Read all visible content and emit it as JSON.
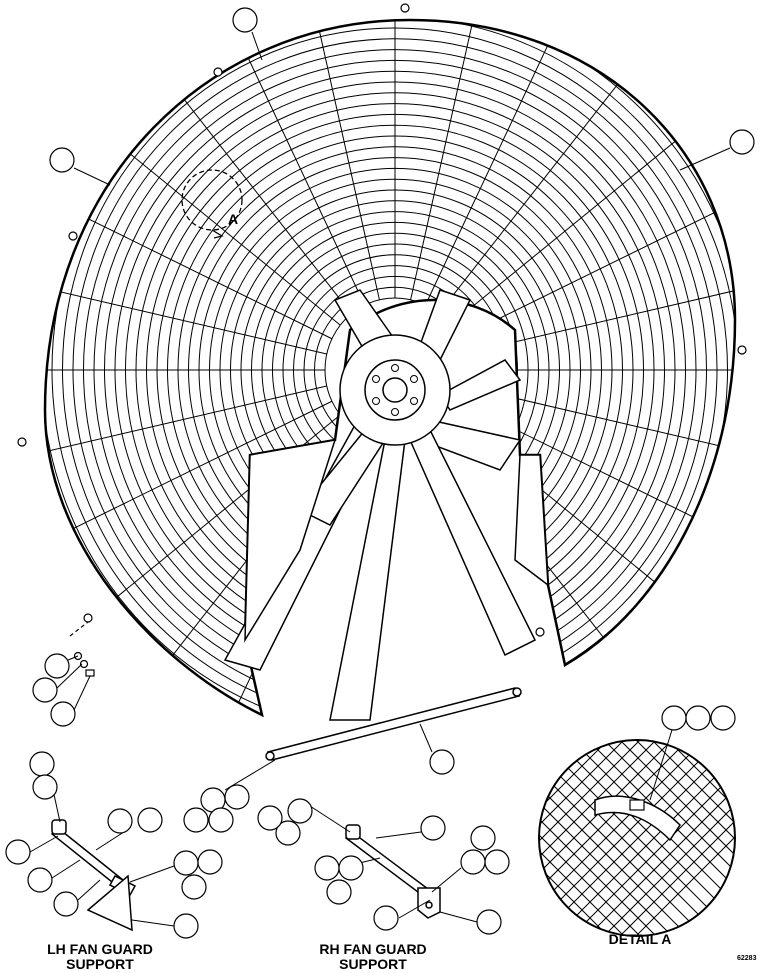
{
  "labels": {
    "lh_line1": "LH FAN GUARD",
    "lh_line2": "SUPPORT",
    "rh_line1": "RH FAN GUARD",
    "rh_line2": "SUPPORT",
    "detail": "DETAIL A",
    "view_marker": "A",
    "figure_number": "62283"
  },
  "callout_count": 37
}
